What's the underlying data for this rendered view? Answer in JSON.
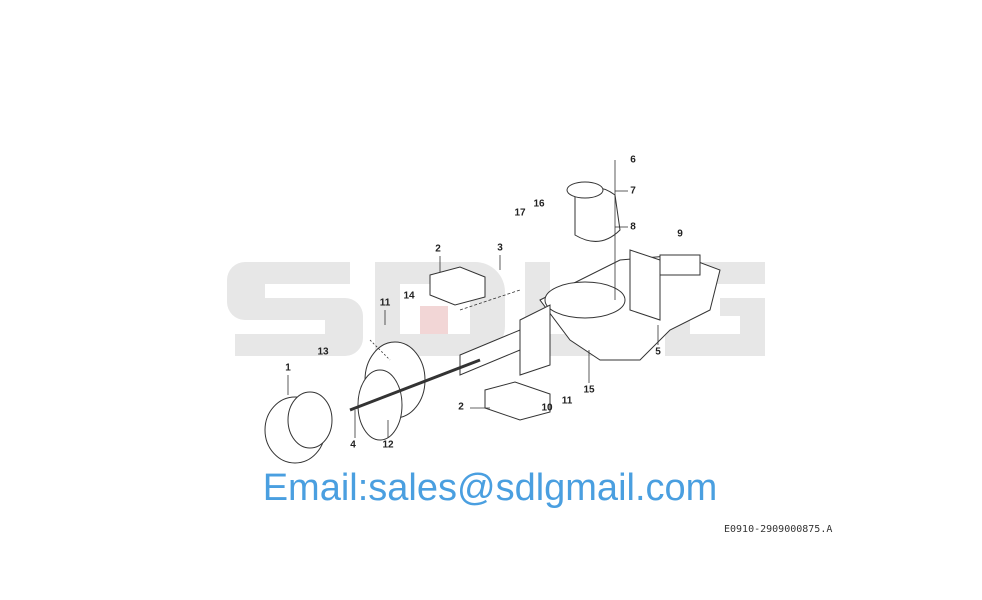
{
  "diagram": {
    "brand_watermark": "SDLG",
    "email_watermark": "Email:sales@sdlgmail.com",
    "drawing_code": "E0910-2909000875.A",
    "callouts": [
      "1",
      "13",
      "2",
      "3",
      "11",
      "14",
      "16",
      "17",
      "6",
      "7",
      "8",
      "9",
      "5",
      "15",
      "10",
      "11",
      "2",
      "4",
      "12"
    ]
  }
}
